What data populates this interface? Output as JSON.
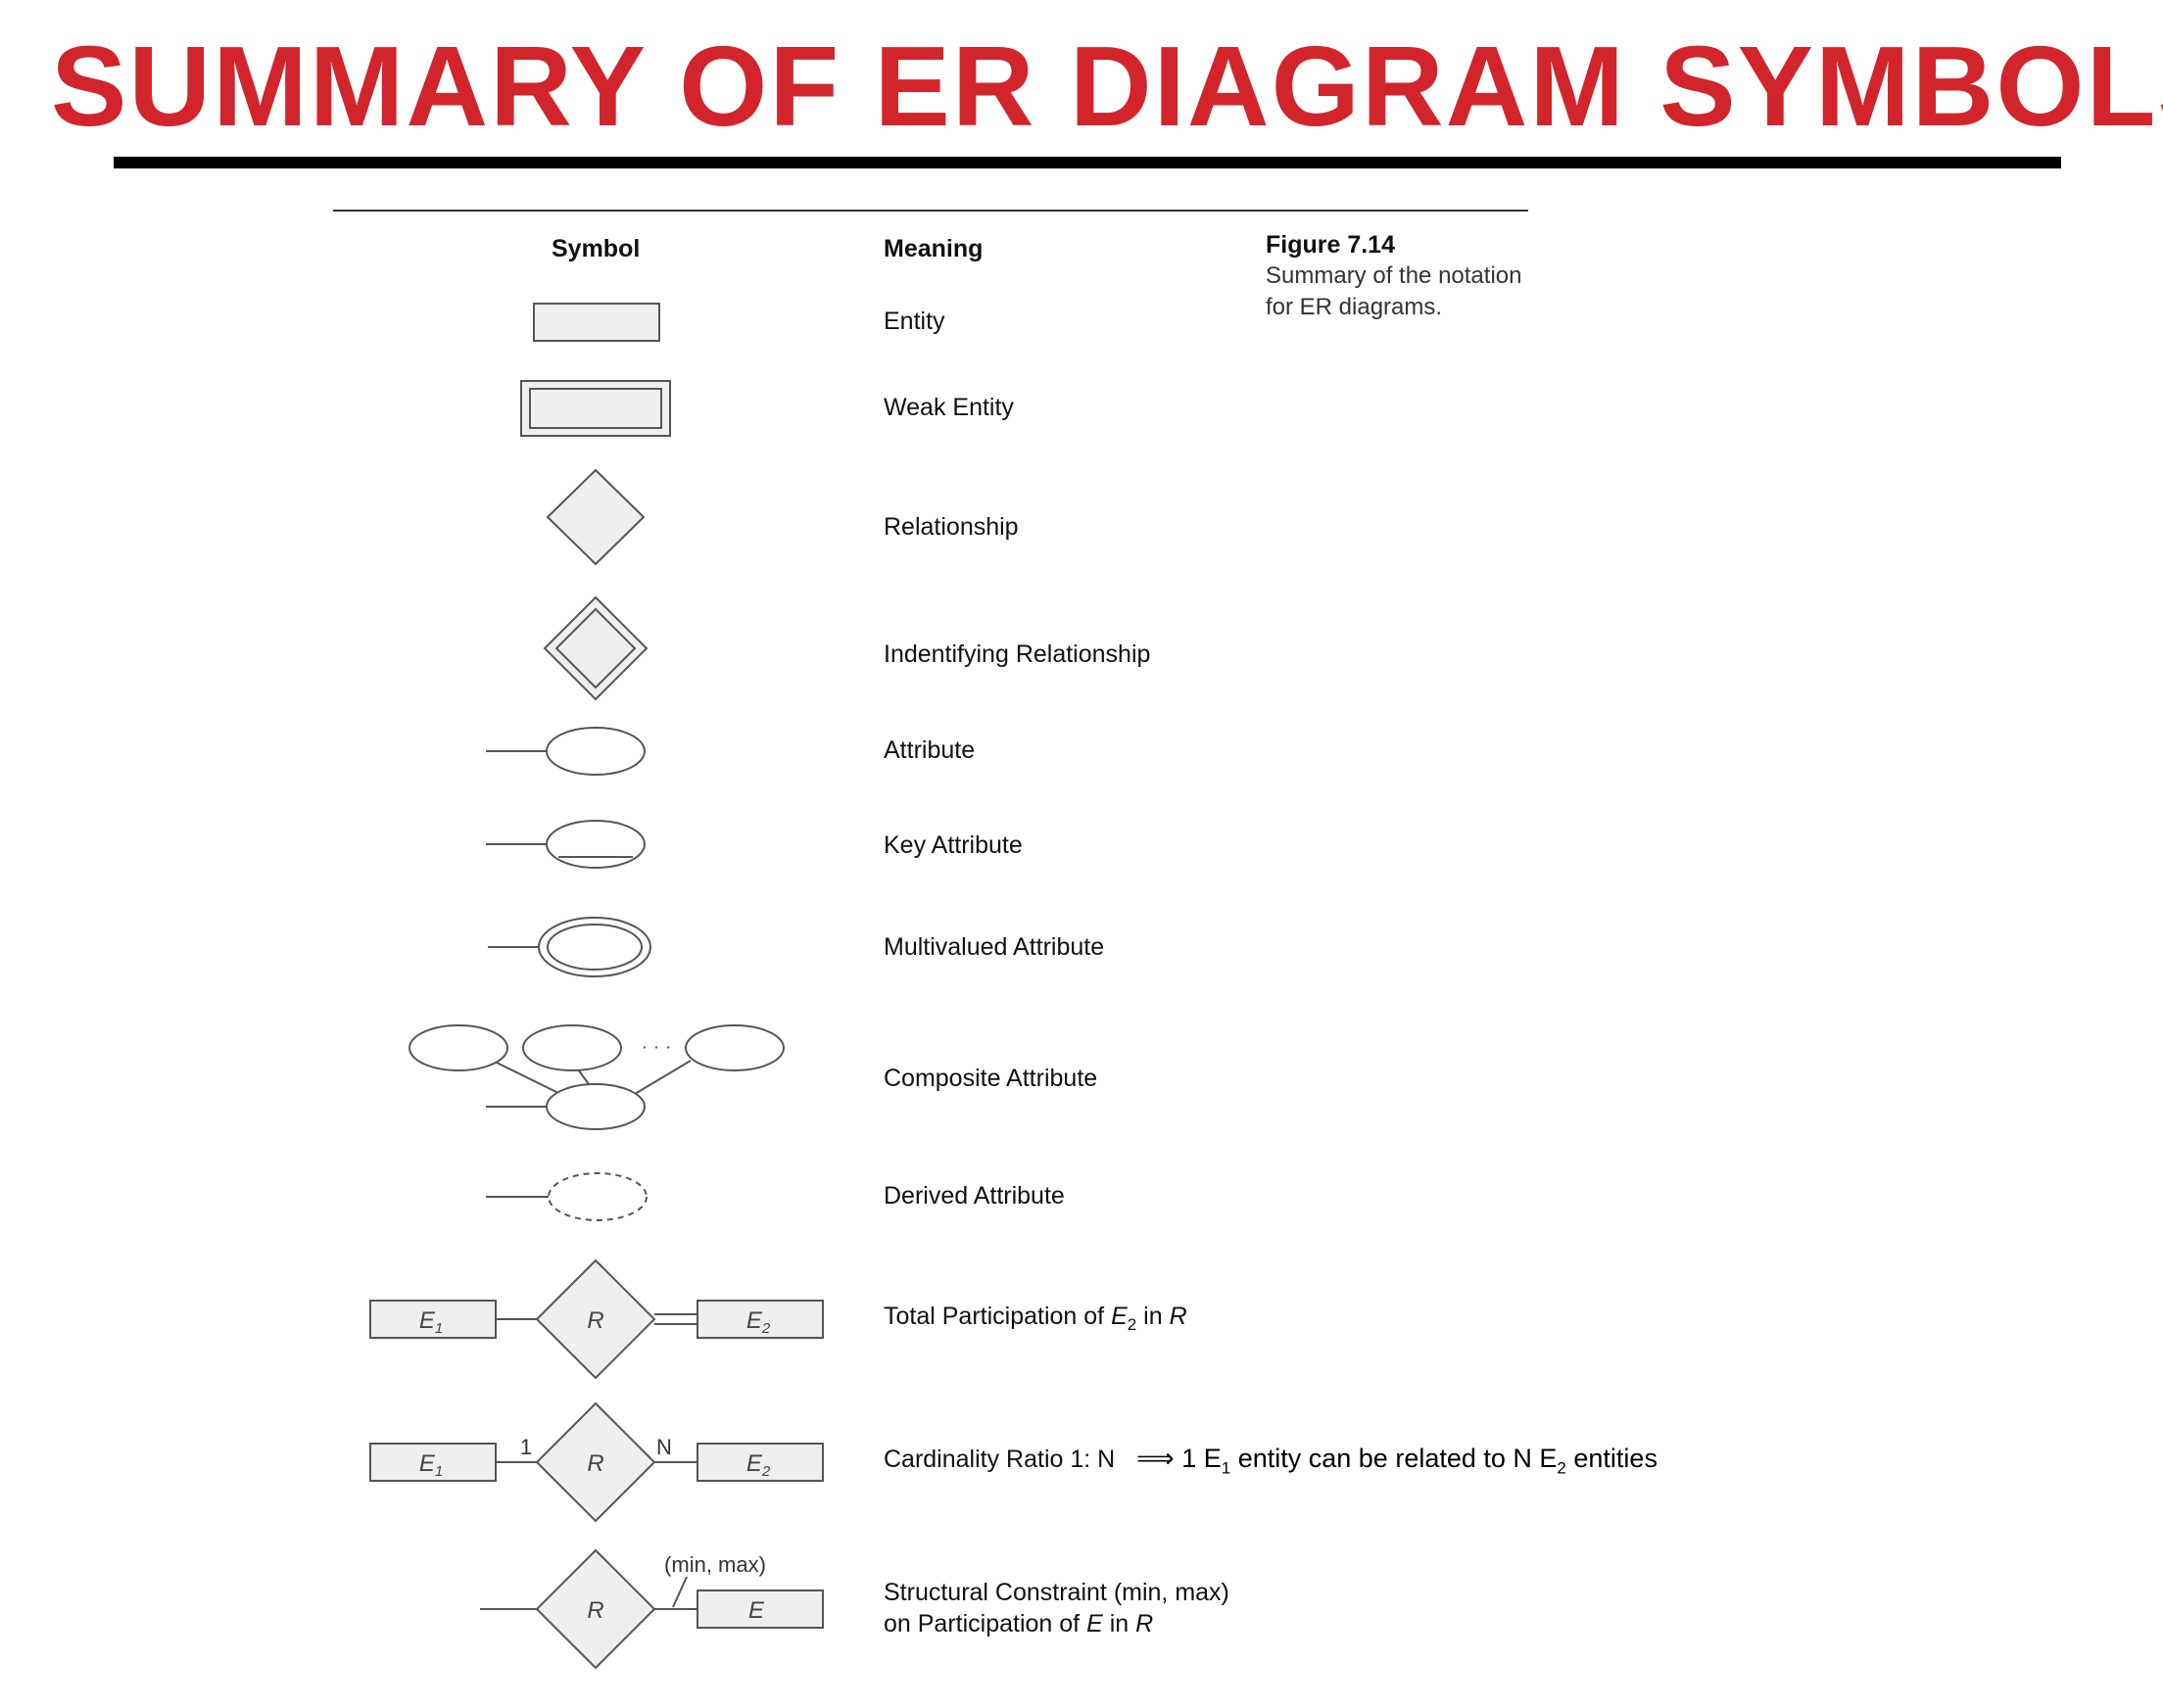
{
  "slide_title": "SUMMARY OF ER DIAGRAM SYMBOLS",
  "figure": {
    "label": "Figure 7.14",
    "caption_line1": "Summary of the notation",
    "caption_line2": "for ER diagrams.",
    "header_symbol": "Symbol",
    "header_meaning": "Meaning"
  },
  "rows": [
    {
      "meaning": "Entity"
    },
    {
      "meaning": "Weak Entity"
    },
    {
      "meaning": "Relationship"
    },
    {
      "meaning": "Indentifying Relationship"
    },
    {
      "meaning": "Attribute"
    },
    {
      "meaning": "Key Attribute"
    },
    {
      "meaning": "Multivalued Attribute"
    },
    {
      "meaning": "Composite Attribute"
    },
    {
      "meaning": "Derived Attribute"
    },
    {
      "meaning_pre": "Total Participation of ",
      "meaning_e": "E",
      "meaning_sub": "2",
      "meaning_post": " in ",
      "meaning_r": "R"
    },
    {
      "meaning": "Cardinality Ratio 1: N"
    },
    {
      "meaning_line1": "Structural Constraint (min, max)",
      "meaning_line2_pre": "on Participation of ",
      "meaning_line2_e": "E",
      "meaning_line2_mid": " in ",
      "meaning_line2_r": "R"
    }
  ],
  "symbol_labels": {
    "e1": "E",
    "e1_sub": "1",
    "e2": "E",
    "e2_sub": "2",
    "r": "R",
    "e": "E",
    "card_one": "1",
    "card_n": "N",
    "min_max": "(min, max)",
    "ellipsis": "· · ·"
  },
  "annotation": {
    "arrow": "⟹",
    "pre": " 1 E",
    "sub1": "1",
    "mid": " entity can be related to N E",
    "sub2": "2",
    "post": " entities"
  },
  "colors": {
    "title": "#d2242b",
    "shape_fill": "#efefef",
    "stroke": "#555555"
  }
}
